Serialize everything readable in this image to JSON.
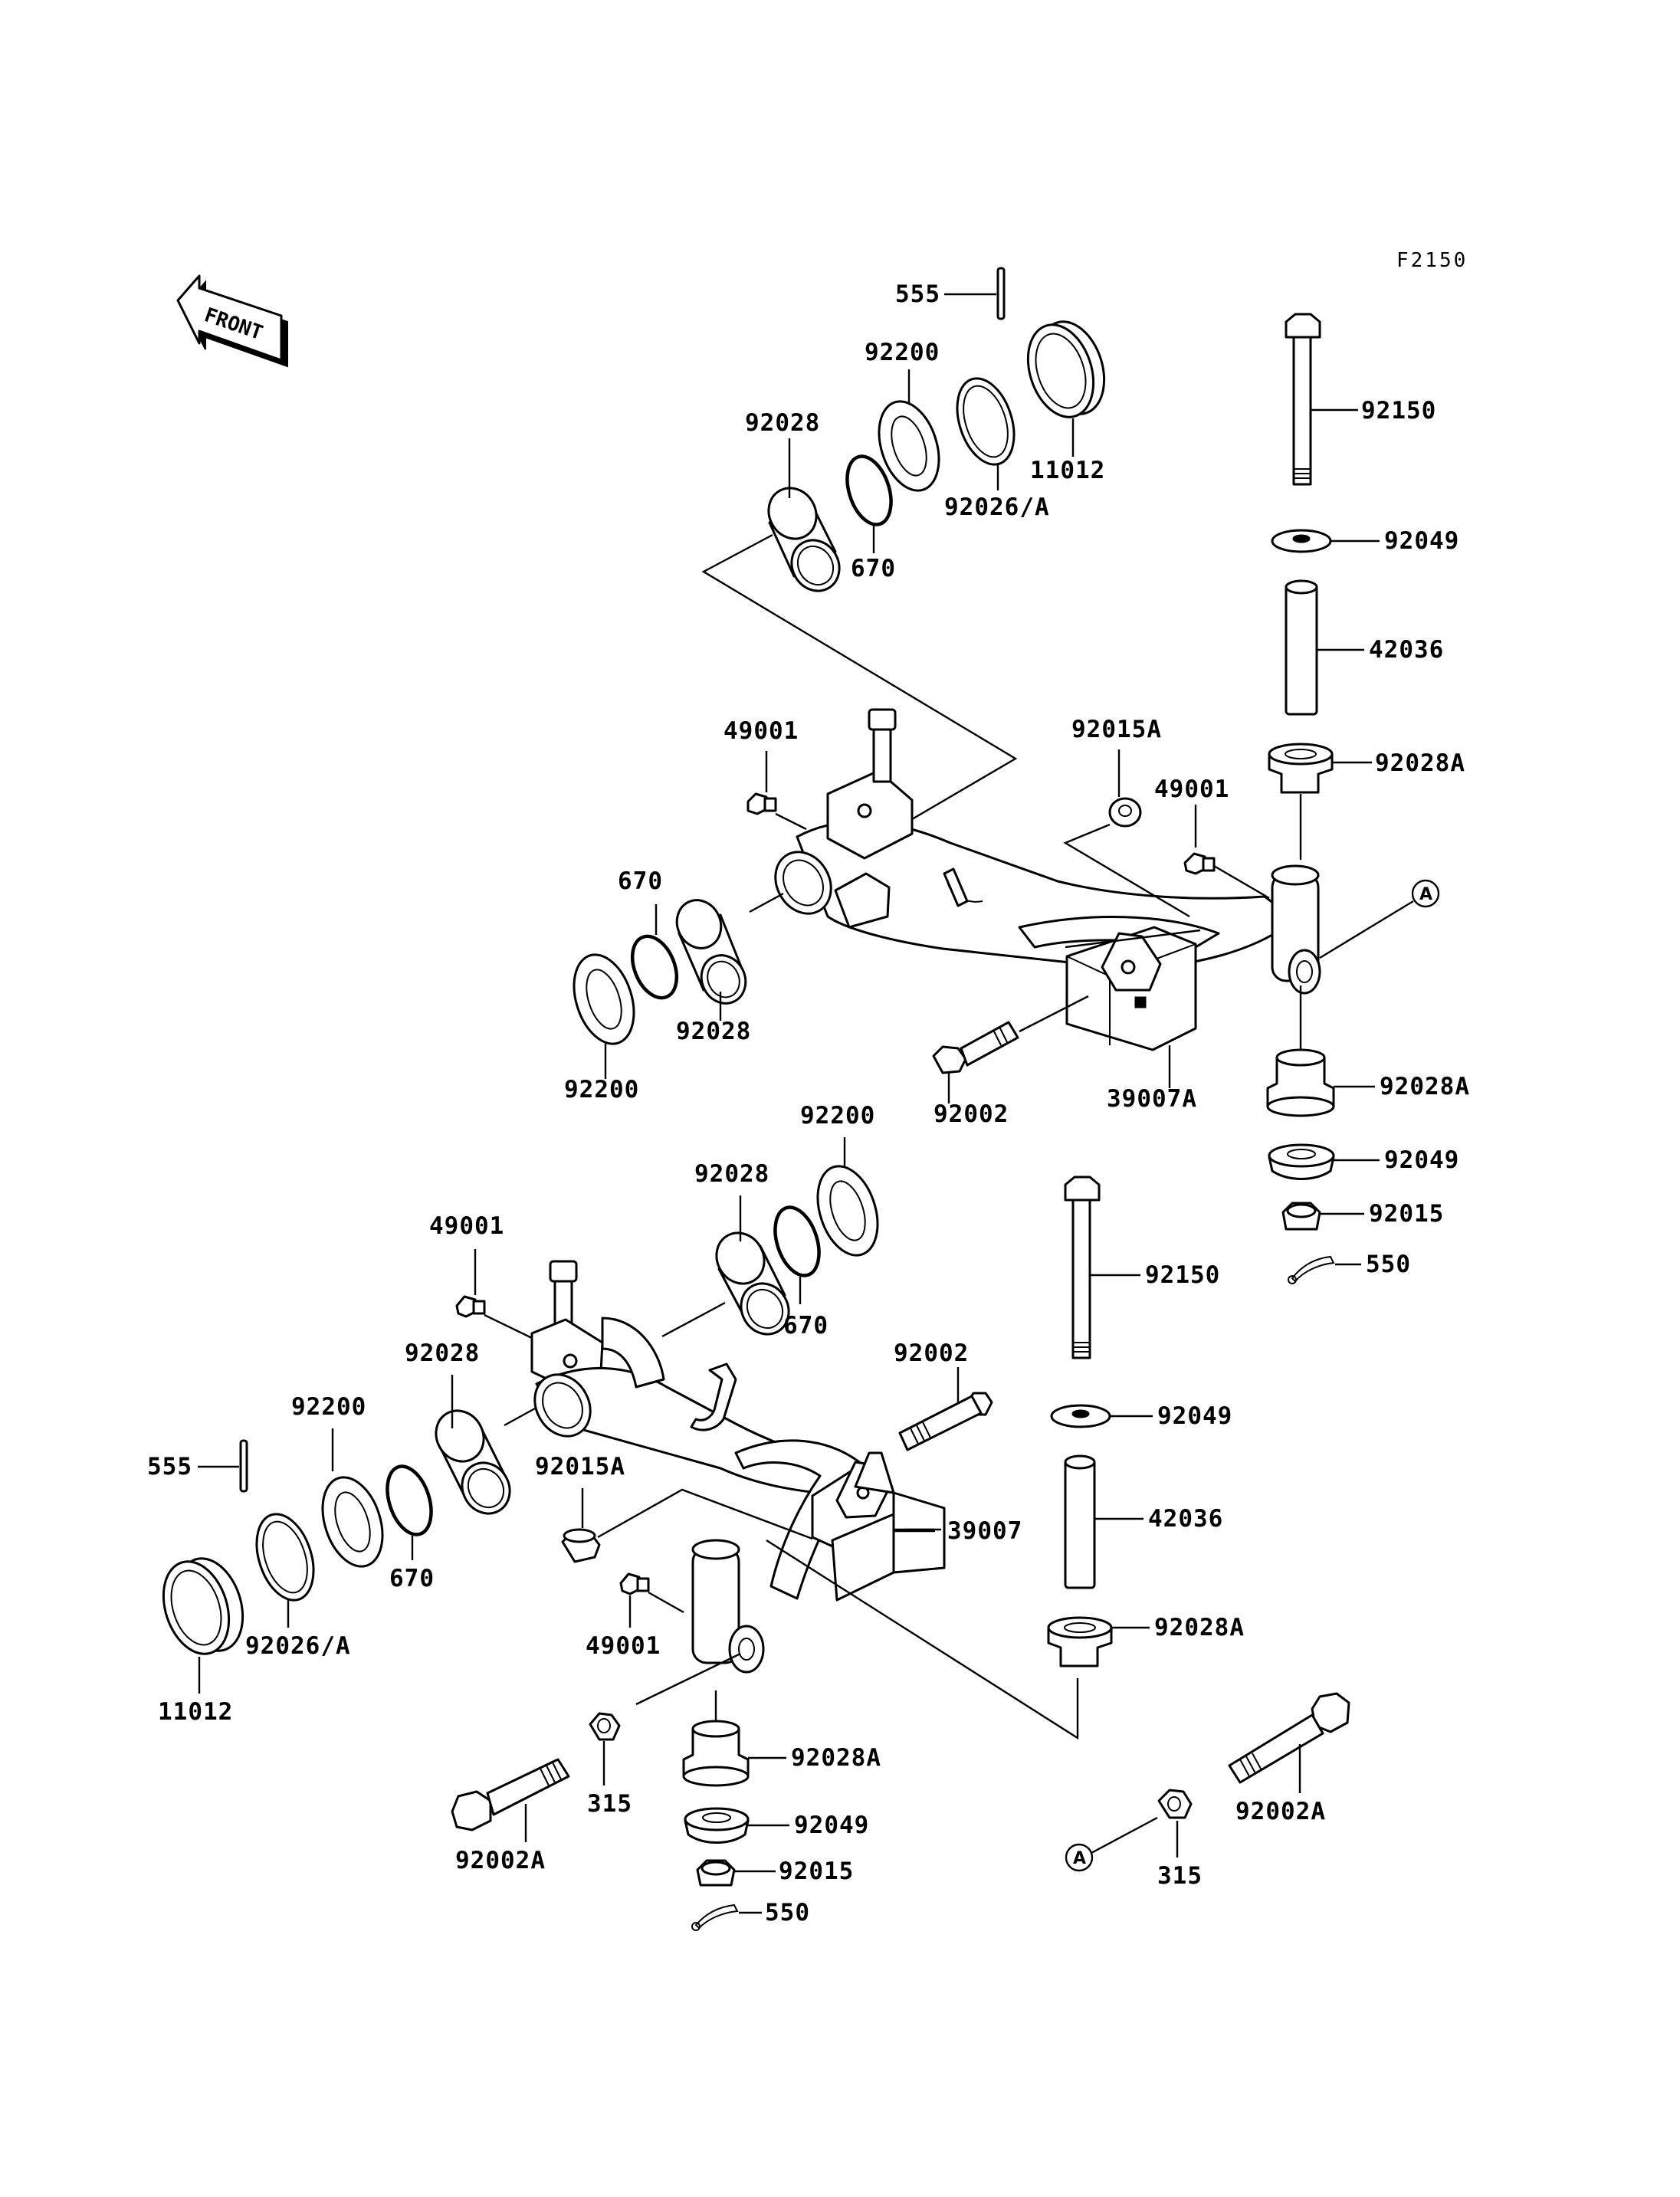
{
  "diagram_code": "F2150",
  "front_label": "FRONT",
  "ref_marker": "A",
  "labels": {
    "l555_top": "555",
    "l92200_top": "92200",
    "l92028_top": "92028",
    "l11012_top": "11012",
    "l670_top": "670",
    "l92026A_top": "92026/A",
    "l92150_top": "92150",
    "l92049_top": "92049",
    "l42036_top": "42036",
    "l92028A_top": "92028A",
    "l49001_a": "49001",
    "l92015A_top": "92015A",
    "l49001_b": "49001",
    "l670_mid": "670",
    "l92028_mid": "92028",
    "l92200_mid": "92200",
    "l92002_mid": "92002",
    "l39007A": "39007A",
    "l92028A_mid": "92028A",
    "l92049_mid": "92049",
    "l92015_mid": "92015",
    "l550_mid": "550",
    "l92200_low": "92200",
    "l92028_low": "92028",
    "l49001_c": "49001",
    "l670_low": "670",
    "l92150_low": "92150",
    "l92028_left": "92028",
    "l92002_low": "92002",
    "l92200_left": "92200",
    "l92049_low": "92049",
    "l555_left": "555",
    "l92015A_low": "92015A",
    "l39007": "39007",
    "l42036_low": "42036",
    "l670_left": "670",
    "l92026A_left": "92026/A",
    "l49001_d": "49001",
    "l92028A_right": "92028A",
    "l11012_left": "11012",
    "l315_mid": "315",
    "l92028A_bot": "92028A",
    "l92002A_left": "92002A",
    "l92049_bot": "92049",
    "l92015_bot": "92015",
    "l550_bot": "550",
    "l92002A_right": "92002A",
    "l315_right": "315"
  }
}
